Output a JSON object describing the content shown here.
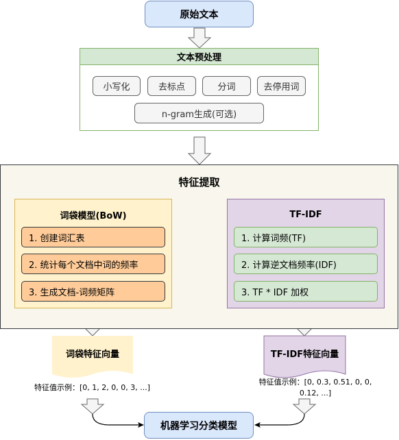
{
  "nodes": {
    "raw_text": "原始文本",
    "preprocess_title": "文本预处理",
    "preprocess_steps": [
      "小写化",
      "去标点",
      "分词",
      "去停用词"
    ],
    "ngram": "n-gram生成(可选)",
    "feature_extraction": "特征提取",
    "bow_title": "词袋模型(BoW)",
    "bow_steps": [
      "1. 创建词汇表",
      "2. 统计每个文档中词的频率",
      "3. 生成文档-词频矩阵"
    ],
    "tfidf_title": "TF-IDF",
    "tfidf_steps": [
      "1. 计算词频(TF)",
      "2. 计算逆文档频率(IDF)",
      "3. TF * IDF 加权"
    ],
    "bow_vector": "词袋特征向量",
    "tfidf_vector": "TF-IDF特征向量",
    "bow_example": "特征值示例：[0, 1, 2, 0, 0, 3, ...]",
    "tfidf_example_line1": "特征值示例：[0, 0.3, 0.51, 0, 0,",
    "tfidf_example_line2": "0.12, ...]",
    "classifier": "机器学习分类模型"
  },
  "colors": {
    "blue_fill": "#dae8fc",
    "blue_stroke": "#6c8ebf",
    "green_fill": "#d5e8d4",
    "green_stroke": "#82b366",
    "yellow_fill": "#fff2cc",
    "yellow_stroke": "#d6b656",
    "purple_fill": "#e1d5e7",
    "purple_stroke": "#9673a6",
    "orange_fill": "#ffcc99",
    "extract_fill": "#f9f7ed"
  }
}
